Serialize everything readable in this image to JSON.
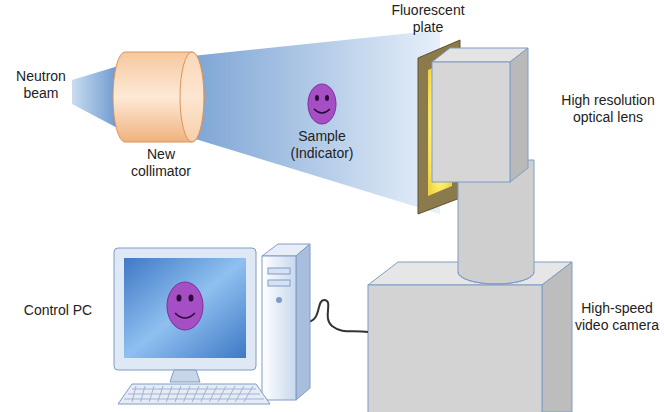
{
  "diagram": {
    "labels": [
      "Fluorescent plate",
      "Neutron beam",
      "High resolution optical lens",
      "New collimator",
      "Sample (Indicator)",
      "Control PC",
      "High-speed video camera"
    ]
  }
}
